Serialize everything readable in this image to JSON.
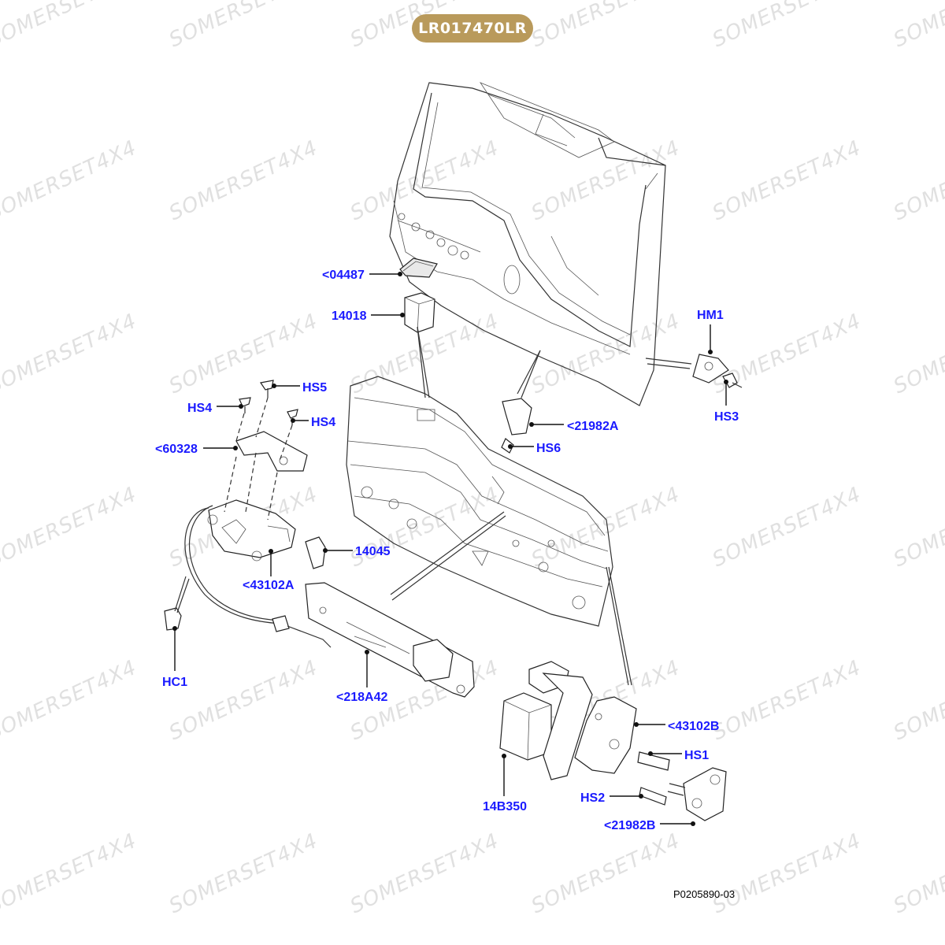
{
  "header": {
    "part_number": "LR017470LR"
  },
  "watermark": {
    "text": "SOMERSET4X4"
  },
  "footer": {
    "drawing_ref": "P0205890-03"
  },
  "callouts": [
    {
      "id": "04487",
      "label": "<04487"
    },
    {
      "id": "14018",
      "label": "14018"
    },
    {
      "id": "HM1",
      "label": "HM1"
    },
    {
      "id": "HS3",
      "label": "HS3"
    },
    {
      "id": "HS5",
      "label": "HS5"
    },
    {
      "id": "HS4a",
      "label": "HS4"
    },
    {
      "id": "HS4b",
      "label": "HS4"
    },
    {
      "id": "60328",
      "label": "<60328"
    },
    {
      "id": "21982A",
      "label": "<21982A"
    },
    {
      "id": "HS6",
      "label": "HS6"
    },
    {
      "id": "14045",
      "label": "14045"
    },
    {
      "id": "43102A",
      "label": "<43102A"
    },
    {
      "id": "HC1",
      "label": "HC1"
    },
    {
      "id": "218A42",
      "label": "<218A42"
    },
    {
      "id": "43102B",
      "label": "<43102B"
    },
    {
      "id": "HS1",
      "label": "HS1"
    },
    {
      "id": "HS2",
      "label": "HS2"
    },
    {
      "id": "14B350",
      "label": "14B350"
    },
    {
      "id": "21982B",
      "label": "<21982B"
    }
  ],
  "colors": {
    "badge": "#b99a5b",
    "callout_text": "#1a1aff",
    "watermark": "#d6d6d6"
  }
}
